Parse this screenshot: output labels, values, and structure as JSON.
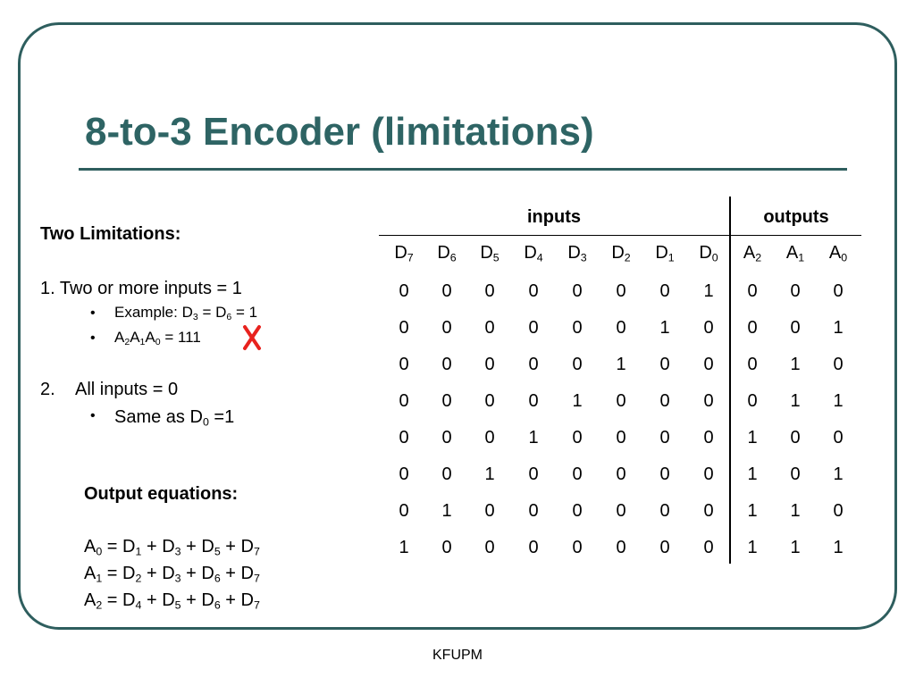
{
  "slide": {
    "title": "8-to-3 Encoder (limitations)",
    "footer": "KFUPM"
  },
  "left": {
    "heading": "Two Limitations:",
    "item1": "1.  Two or more inputs = 1",
    "example_label": "Example: ",
    "example_d3": "D",
    "example_d3_sub": "3",
    "example_eq": " = D",
    "example_d6_sub": "6",
    "example_val": " = 1",
    "out_a2": "A",
    "out_a2_sub": "2",
    "out_a1": "A",
    "out_a1_sub": "1",
    "out_a0": "A",
    "out_a0_sub": "0",
    "out_val": " = 111",
    "item2_num": "2.",
    "item2_text": "All inputs = 0",
    "same_label": "Same as D",
    "same_sub": "0",
    "same_val": " =1",
    "eq_heading": "Output equations:",
    "equations": [
      {
        "lhs": "A",
        "lhs_sub": "0",
        "terms": [
          [
            "D",
            "1"
          ],
          [
            "D",
            "3"
          ],
          [
            "D",
            "5"
          ],
          [
            "D",
            "7"
          ]
        ]
      },
      {
        "lhs": "A",
        "lhs_sub": "1",
        "terms": [
          [
            "D",
            "2"
          ],
          [
            "D",
            "3"
          ],
          [
            "D",
            "6"
          ],
          [
            "D",
            "7"
          ]
        ]
      },
      {
        "lhs": "A",
        "lhs_sub": "2",
        "terms": [
          [
            "D",
            "4"
          ],
          [
            "D",
            "5"
          ],
          [
            "D",
            "6"
          ],
          [
            "D",
            "7"
          ]
        ]
      }
    ],
    "eq_sign": " = ",
    "plus_sign": " + ",
    "x_color": "#e8221e"
  },
  "table": {
    "group_inputs": "inputs",
    "group_outputs": "outputs",
    "columns": [
      {
        "base": "D",
        "sub": "7"
      },
      {
        "base": "D",
        "sub": "6"
      },
      {
        "base": "D",
        "sub": "5"
      },
      {
        "base": "D",
        "sub": "4"
      },
      {
        "base": "D",
        "sub": "3"
      },
      {
        "base": "D",
        "sub": "2"
      },
      {
        "base": "D",
        "sub": "1"
      },
      {
        "base": "D",
        "sub": "0"
      },
      {
        "base": "A",
        "sub": "2"
      },
      {
        "base": "A",
        "sub": "1"
      },
      {
        "base": "A",
        "sub": "0"
      }
    ],
    "rows": [
      [
        "0",
        "0",
        "0",
        "0",
        "0",
        "0",
        "0",
        "1",
        "0",
        "0",
        "0"
      ],
      [
        "0",
        "0",
        "0",
        "0",
        "0",
        "0",
        "1",
        "0",
        "0",
        "0",
        "1"
      ],
      [
        "0",
        "0",
        "0",
        "0",
        "0",
        "1",
        "0",
        "0",
        "0",
        "1",
        "0"
      ],
      [
        "0",
        "0",
        "0",
        "0",
        "1",
        "0",
        "0",
        "0",
        "0",
        "1",
        "1"
      ],
      [
        "0",
        "0",
        "0",
        "1",
        "0",
        "0",
        "0",
        "0",
        "1",
        "0",
        "0"
      ],
      [
        "0",
        "0",
        "1",
        "0",
        "0",
        "0",
        "0",
        "0",
        "1",
        "0",
        "1"
      ],
      [
        "0",
        "1",
        "0",
        "0",
        "0",
        "0",
        "0",
        "0",
        "1",
        "1",
        "0"
      ],
      [
        "1",
        "0",
        "0",
        "0",
        "0",
        "0",
        "0",
        "0",
        "1",
        "1",
        "1"
      ]
    ]
  }
}
